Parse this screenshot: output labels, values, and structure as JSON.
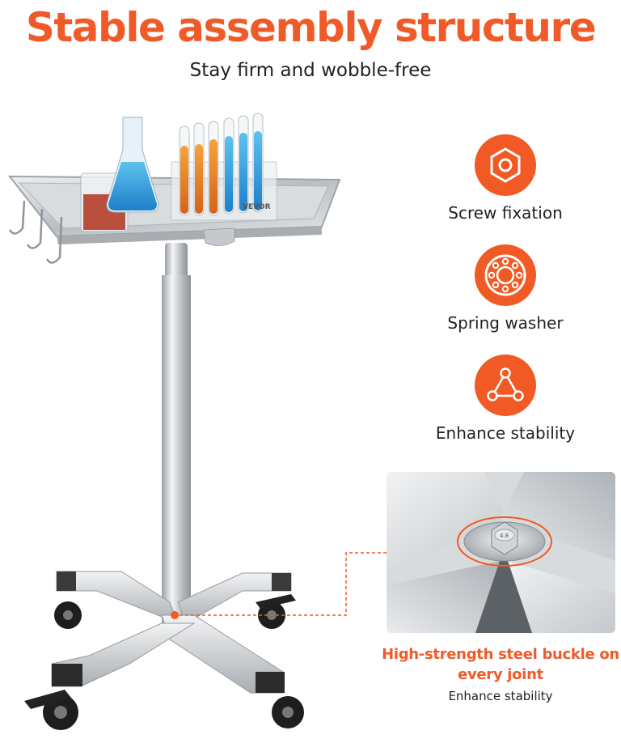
{
  "header": {
    "title": "Stable assembly structure",
    "subtitle": "Stay firm and wobble-free"
  },
  "features": [
    {
      "icon": "hex-nut-icon",
      "label": "Screw fixation"
    },
    {
      "icon": "spring-washer-icon",
      "label": "Spring washer"
    },
    {
      "icon": "triangle-nodes-icon",
      "label": "Enhance stability"
    }
  ],
  "detail": {
    "title": "High-strength steel buckle on every joint",
    "subtitle": "Enhance stability"
  },
  "product": {
    "brand": "VEVOR",
    "bolt_marking": "4.8"
  },
  "colors": {
    "accent": "#f15a24",
    "text": "#222222",
    "steel": "#c9ccd0"
  }
}
